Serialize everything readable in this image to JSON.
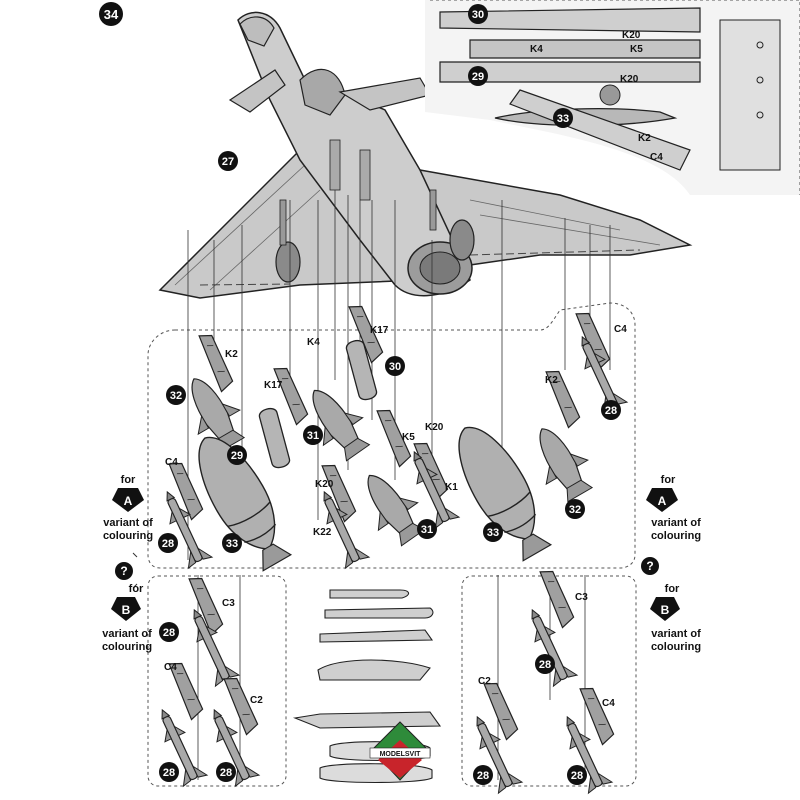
{
  "step_number": "34",
  "part_numbers": {
    "p27": "27",
    "p28": "28",
    "p29": "29",
    "p30": "30",
    "p31": "31",
    "p32": "32",
    "p33": "33"
  },
  "part_codes": {
    "k1": "K1",
    "k2": "K2",
    "k4": "K4",
    "k5": "K5",
    "k17": "K17",
    "k20": "K20",
    "k22": "K22",
    "c2": "C2",
    "c3": "C3",
    "c4": "C4"
  },
  "variant_a": {
    "for": "for",
    "letter": "A",
    "line1": "variant of",
    "line2": "colouring"
  },
  "variant_b": {
    "for": "for",
    "letter": "B",
    "line1": "variant of",
    "line2": "colouring"
  },
  "question_mark": "?",
  "logo_text": "MODELSVIT",
  "colors": {
    "airframe": "#c9c9c9",
    "airframe_dark": "#8e8e8e",
    "part_fill": "#a9a9a9",
    "marker_fill": "#111111",
    "marker_text": "#ffffff",
    "line": "#222222",
    "logo_green": "#2e8b3a",
    "logo_red": "#c8242b"
  }
}
